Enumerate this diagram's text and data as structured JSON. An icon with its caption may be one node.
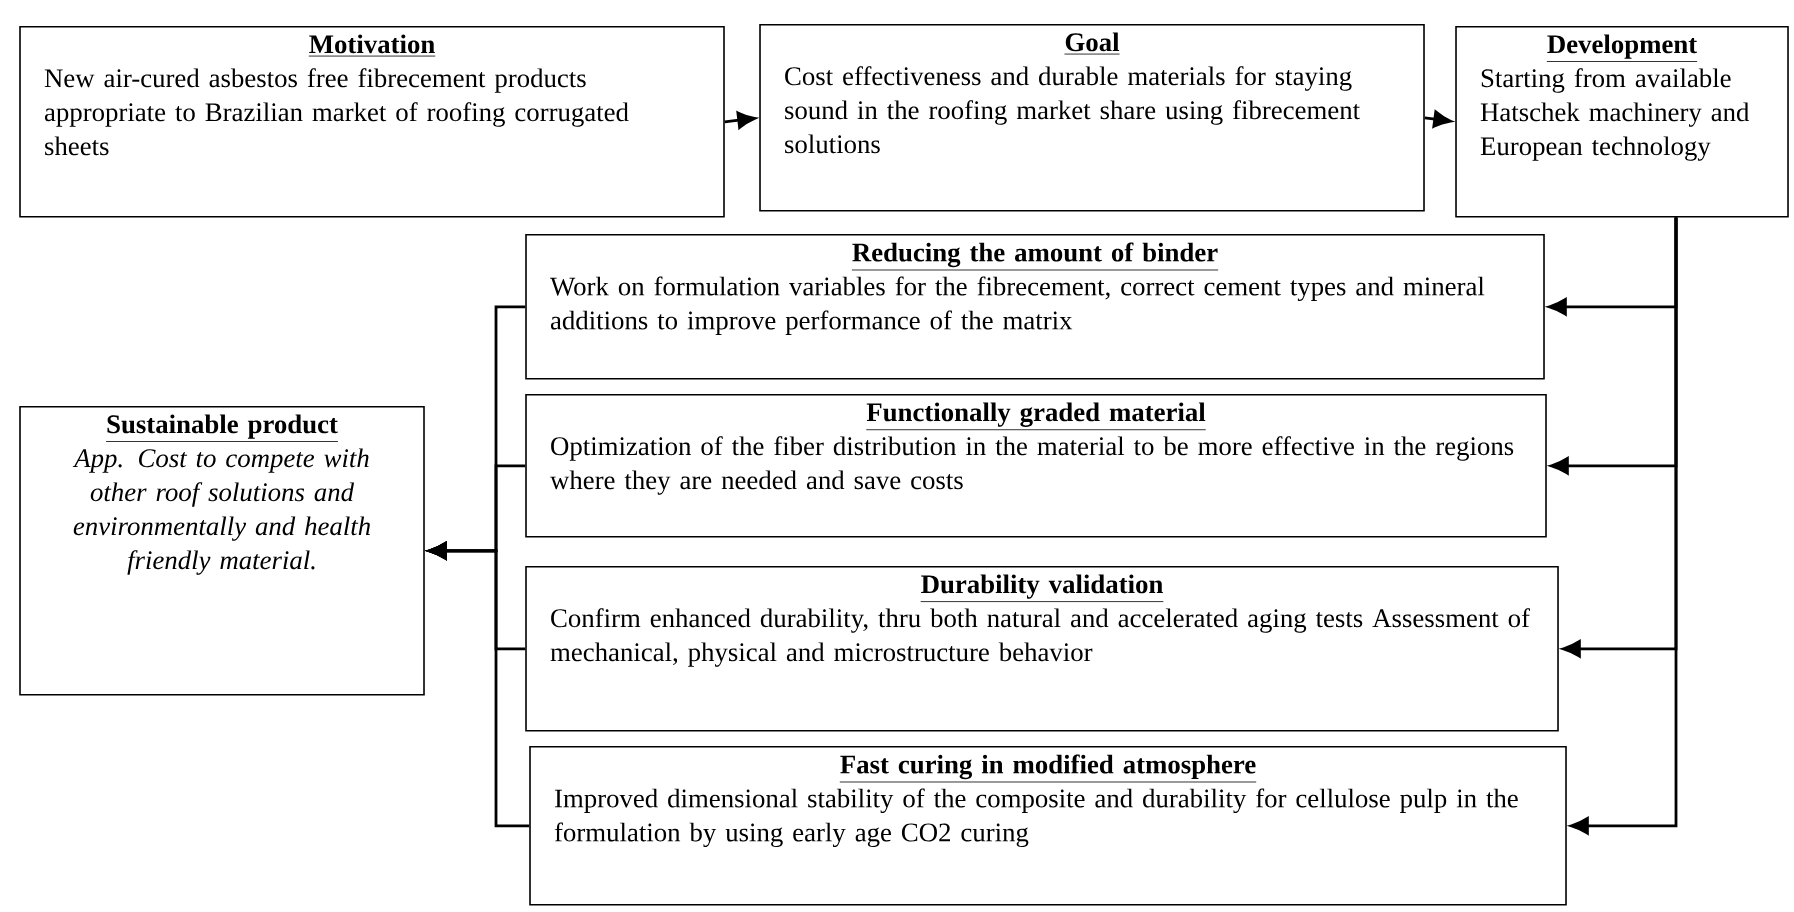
{
  "diagram": {
    "nodes": [
      {
        "text": [
          "Motivation",
          "New air-cured asbestos free fibrecement products appropriate to Brazilian market of roofing corrugated sheets"
        ]
      },
      {
        "text": [
          "Goal",
          "Cost effectiveness and durable materials for staying sound in the roofing market share using fibrecement solutions"
        ]
      },
      {
        "text": [
          "Development",
          "Starting from available Hatschek machinery and European technology"
        ]
      },
      {
        "text": [
          "Reducing the amount of binder",
          "Work on formulation variables for the fibrecement, correct cement types and mineral additions to improve performance of the matrix"
        ]
      },
      {
        "text": [
          "Functionally graded material",
          "Optimization of the fiber distribution in the material to be more effective in the regions where they are needed and save costs"
        ]
      },
      {
        "text": [
          "Durability validation",
          "Confirm enhanced durability, thru both natural and accelerated aging tests  Assessment of mechanical, physical and microstructure behavior"
        ]
      },
      {
        "text": [
          "Fast curing in modified atmosphere",
          "Improved dimensional stability of the composite and durability for cellulose pulp in the formulation by using early age CO2 curing"
        ]
      },
      {
        "text": [
          "Sustainable product",
          "App. Cost to compete with other roof solutions and environmentally and health friendly material."
        ]
      }
    ],
    "edges": [
      {
        "from": 0,
        "to": 1,
        "arrow": "to"
      },
      {
        "from": 1,
        "to": 2,
        "arrow": "to"
      },
      {
        "from": 2,
        "to": 3,
        "arrow": "to"
      },
      {
        "from": 2,
        "to": 4,
        "arrow": "to"
      },
      {
        "from": 2,
        "to": 5,
        "arrow": "to"
      },
      {
        "from": 2,
        "to": 6,
        "arrow": "to"
      },
      {
        "from": 3,
        "to": 7,
        "arrow": "to"
      },
      {
        "from": 4,
        "to": 7,
        "arrow": "to"
      },
      {
        "from": 5,
        "to": 7,
        "arrow": "to"
      },
      {
        "from": 6,
        "to": 7,
        "arrow": "to"
      }
    ]
  }
}
